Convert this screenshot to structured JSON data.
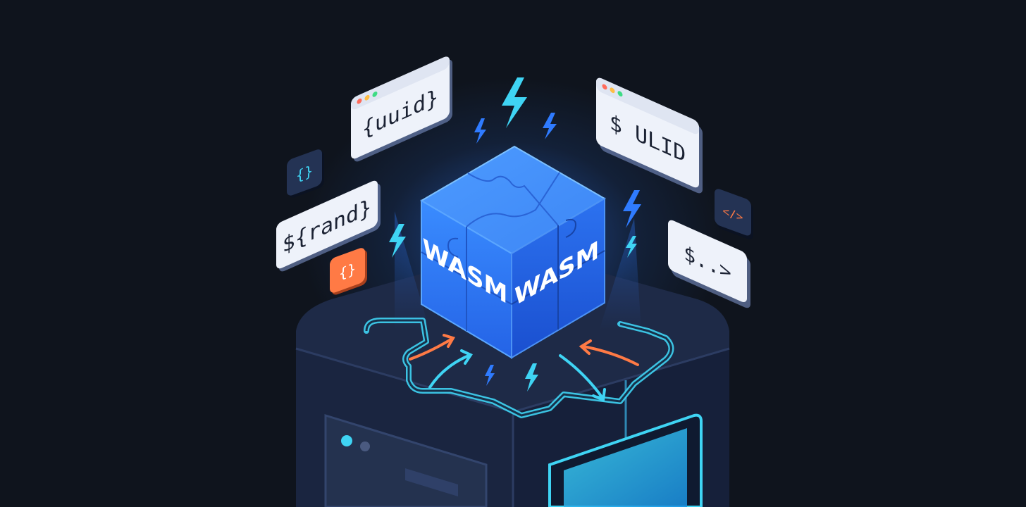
{
  "cube": {
    "face_left_label": "WASM",
    "face_right_label": "WASM"
  },
  "cards": {
    "uuid": "{uuid}",
    "ulid": "$ ULID",
    "rand": "${rand}",
    "prompt": "$..>"
  },
  "chips": {
    "braces_blue": "{}",
    "braces_orange": "{}",
    "code_tag": "</>"
  },
  "icons": [
    "lightning-bolt-icon",
    "braces-icon",
    "code-tag-icon",
    "arrow-icon",
    "window-dots-icon"
  ],
  "colors": {
    "background": "#0f141d",
    "cube_blue": "#2f7bff",
    "cyan_accent": "#3fd4f4",
    "orange_accent": "#ff7a45",
    "server_navy": "#1e2a47",
    "card_white": "#eef2fa"
  }
}
